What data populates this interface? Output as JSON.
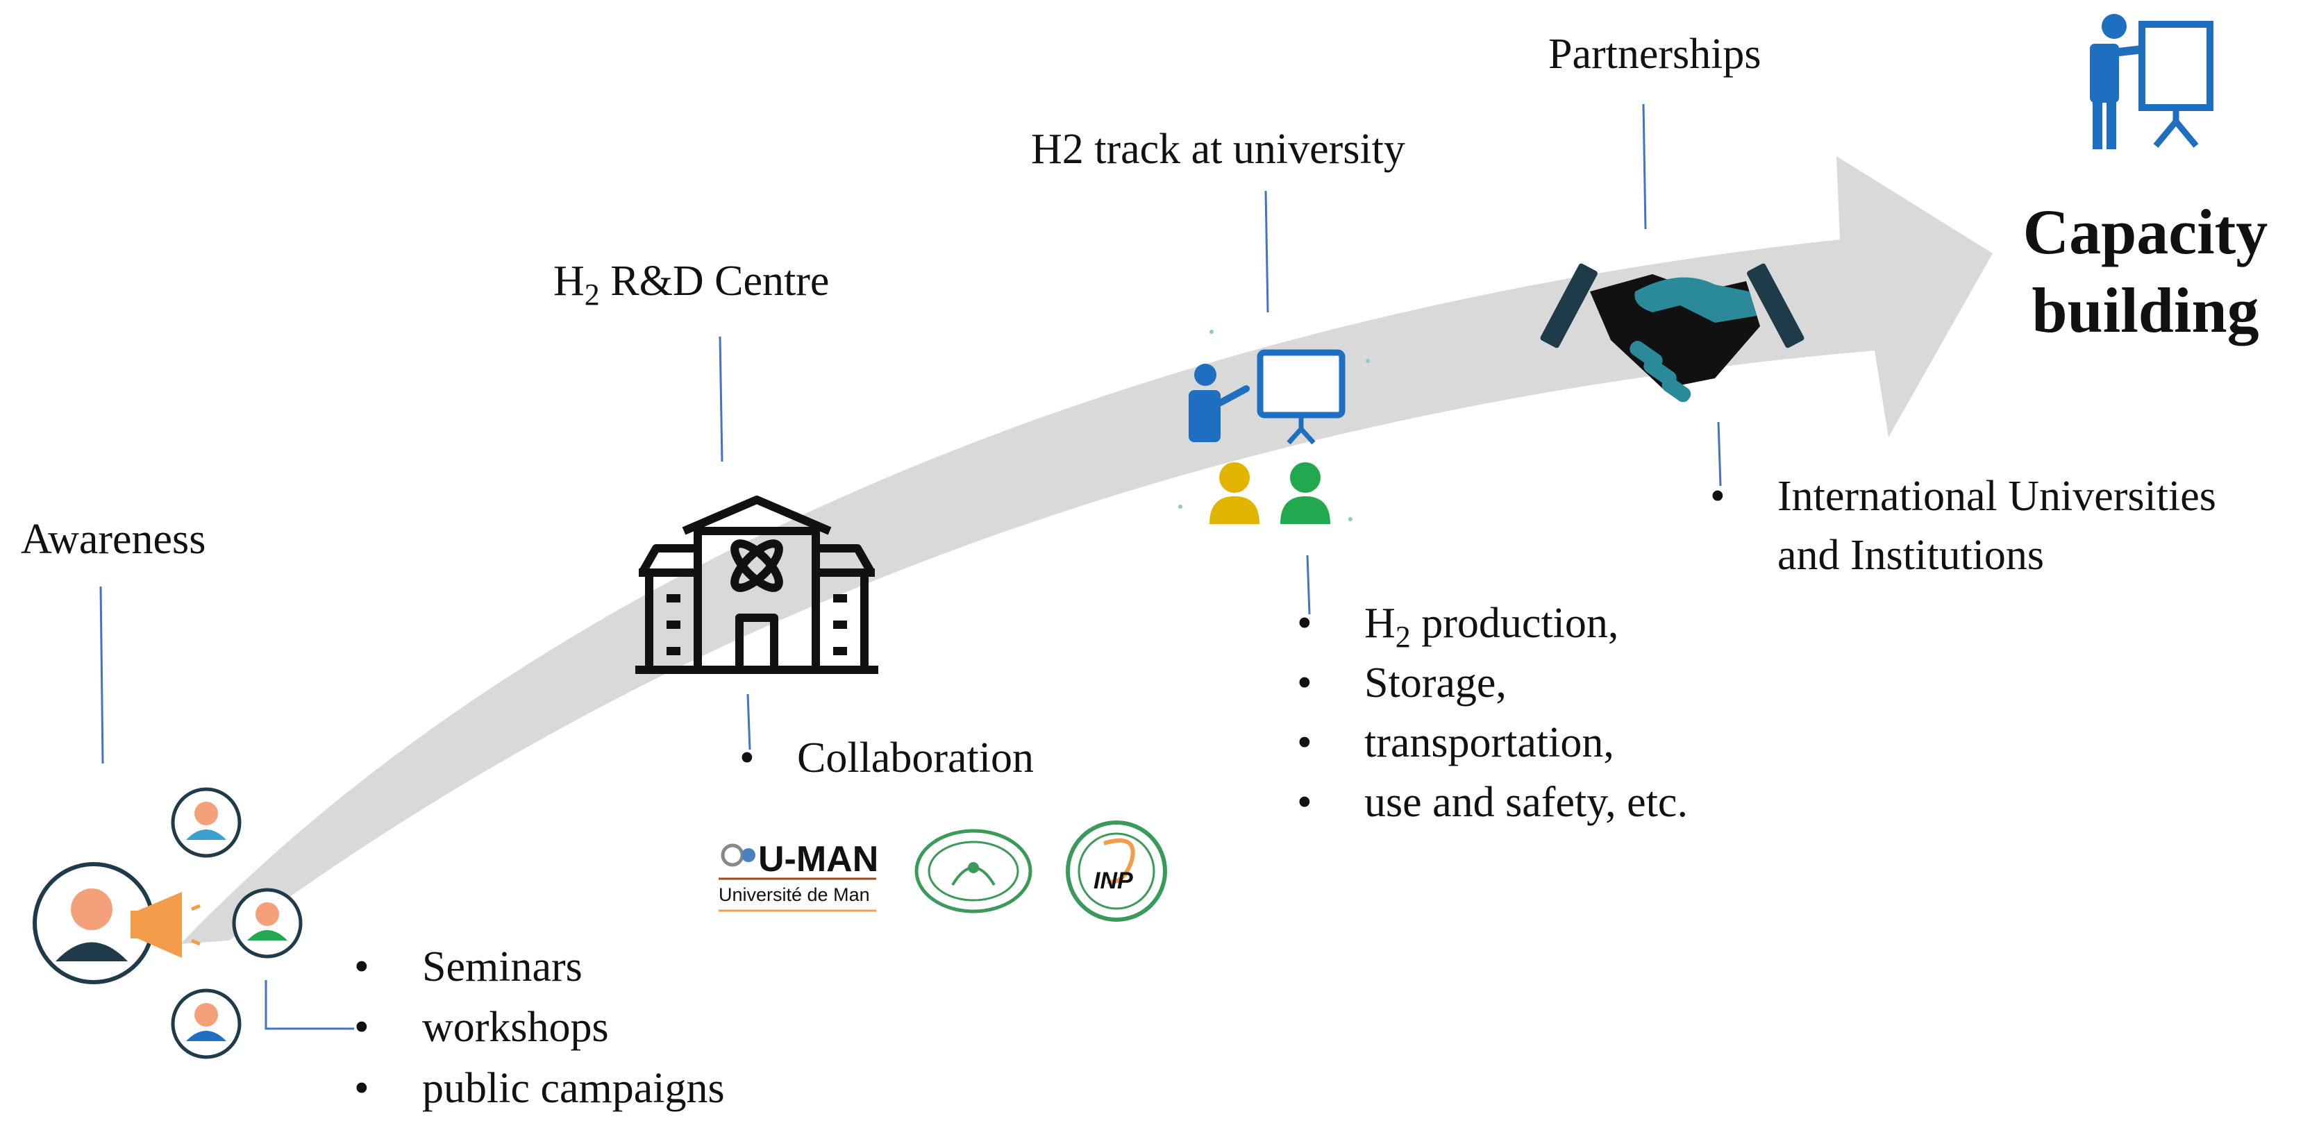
{
  "colors": {
    "arrow": "#d9d9d9",
    "connector": "#4472c4",
    "icon_blue": "#1f6fc0",
    "icon_teal": "#2b8a9a",
    "icon_dark": "#1f3a48",
    "person_orange": "#f4a07a",
    "person_green": "#22a94f",
    "person_yellow": "#e0b400",
    "megaphone": "#f39c4a",
    "logo_green": "#3a9a5a",
    "logo_brown": "#9b4a1e"
  },
  "goal": {
    "line1": "Capacity",
    "line2": "building"
  },
  "stages": {
    "awareness": {
      "title": "Awareness",
      "bullet": "•",
      "items": [
        "Seminars",
        "workshops",
        "public campaigns"
      ]
    },
    "rd_centre": {
      "title_prefix": "H",
      "title_sub": "2",
      "title_suffix": " R&D Centre",
      "bullet": "•",
      "items": [
        "Collaboration"
      ],
      "logos": {
        "uman_main": "U-MAN",
        "uman_sub": "Université de Man",
        "inp": "INP"
      }
    },
    "university": {
      "title": "H2 track at university",
      "bullet": "•",
      "item1_prefix": "H",
      "item1_sub": "2",
      "item1_suffix": " production,",
      "items": [
        "Storage,",
        "transportation,",
        "use and safety, etc."
      ]
    },
    "partnerships": {
      "title": "Partnerships",
      "bullet": "•",
      "items": [
        "International Universities",
        "and Institutions"
      ]
    }
  },
  "icons": [
    "presenter-board-icon",
    "handshake-icon",
    "classroom-icon",
    "research-building-icon",
    "megaphone-icon",
    "person-icon"
  ]
}
